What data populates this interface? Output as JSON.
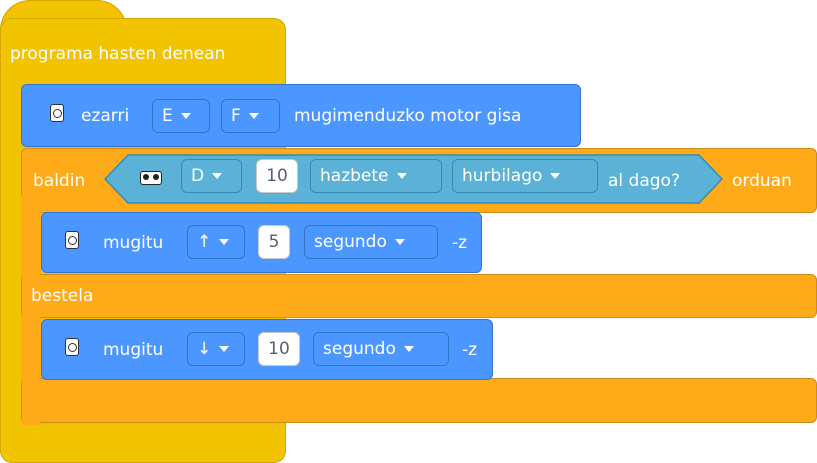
{
  "hat": {
    "label": "programa hasten denean"
  },
  "set_motor": {
    "verb": "ezarri",
    "port1": "E",
    "port2": "F",
    "suffix": "mugimenduzko motor gisa"
  },
  "if_else": {
    "if_label": "baldin",
    "then_label": "orduan",
    "else_label": "bestela",
    "condition": {
      "port": "D",
      "value": "10",
      "unit": "hazbete",
      "comparison": "hurbilago",
      "suffix": "al dago?"
    }
  },
  "move_up": {
    "verb": "mugitu",
    "direction": "↑",
    "value": "5",
    "unit": "segundo",
    "suffix": "-z"
  },
  "move_down": {
    "verb": "mugitu",
    "direction": "↓",
    "value": "10",
    "unit": "segundo",
    "suffix": "-z"
  },
  "colors": {
    "events": "#f2c300",
    "motion": "#4c97ff",
    "control": "#ffab19",
    "sensor": "#5cb1d6"
  },
  "icons": {
    "motor": "motor-pair-icon",
    "sensor": "distance-sensor-icon"
  }
}
